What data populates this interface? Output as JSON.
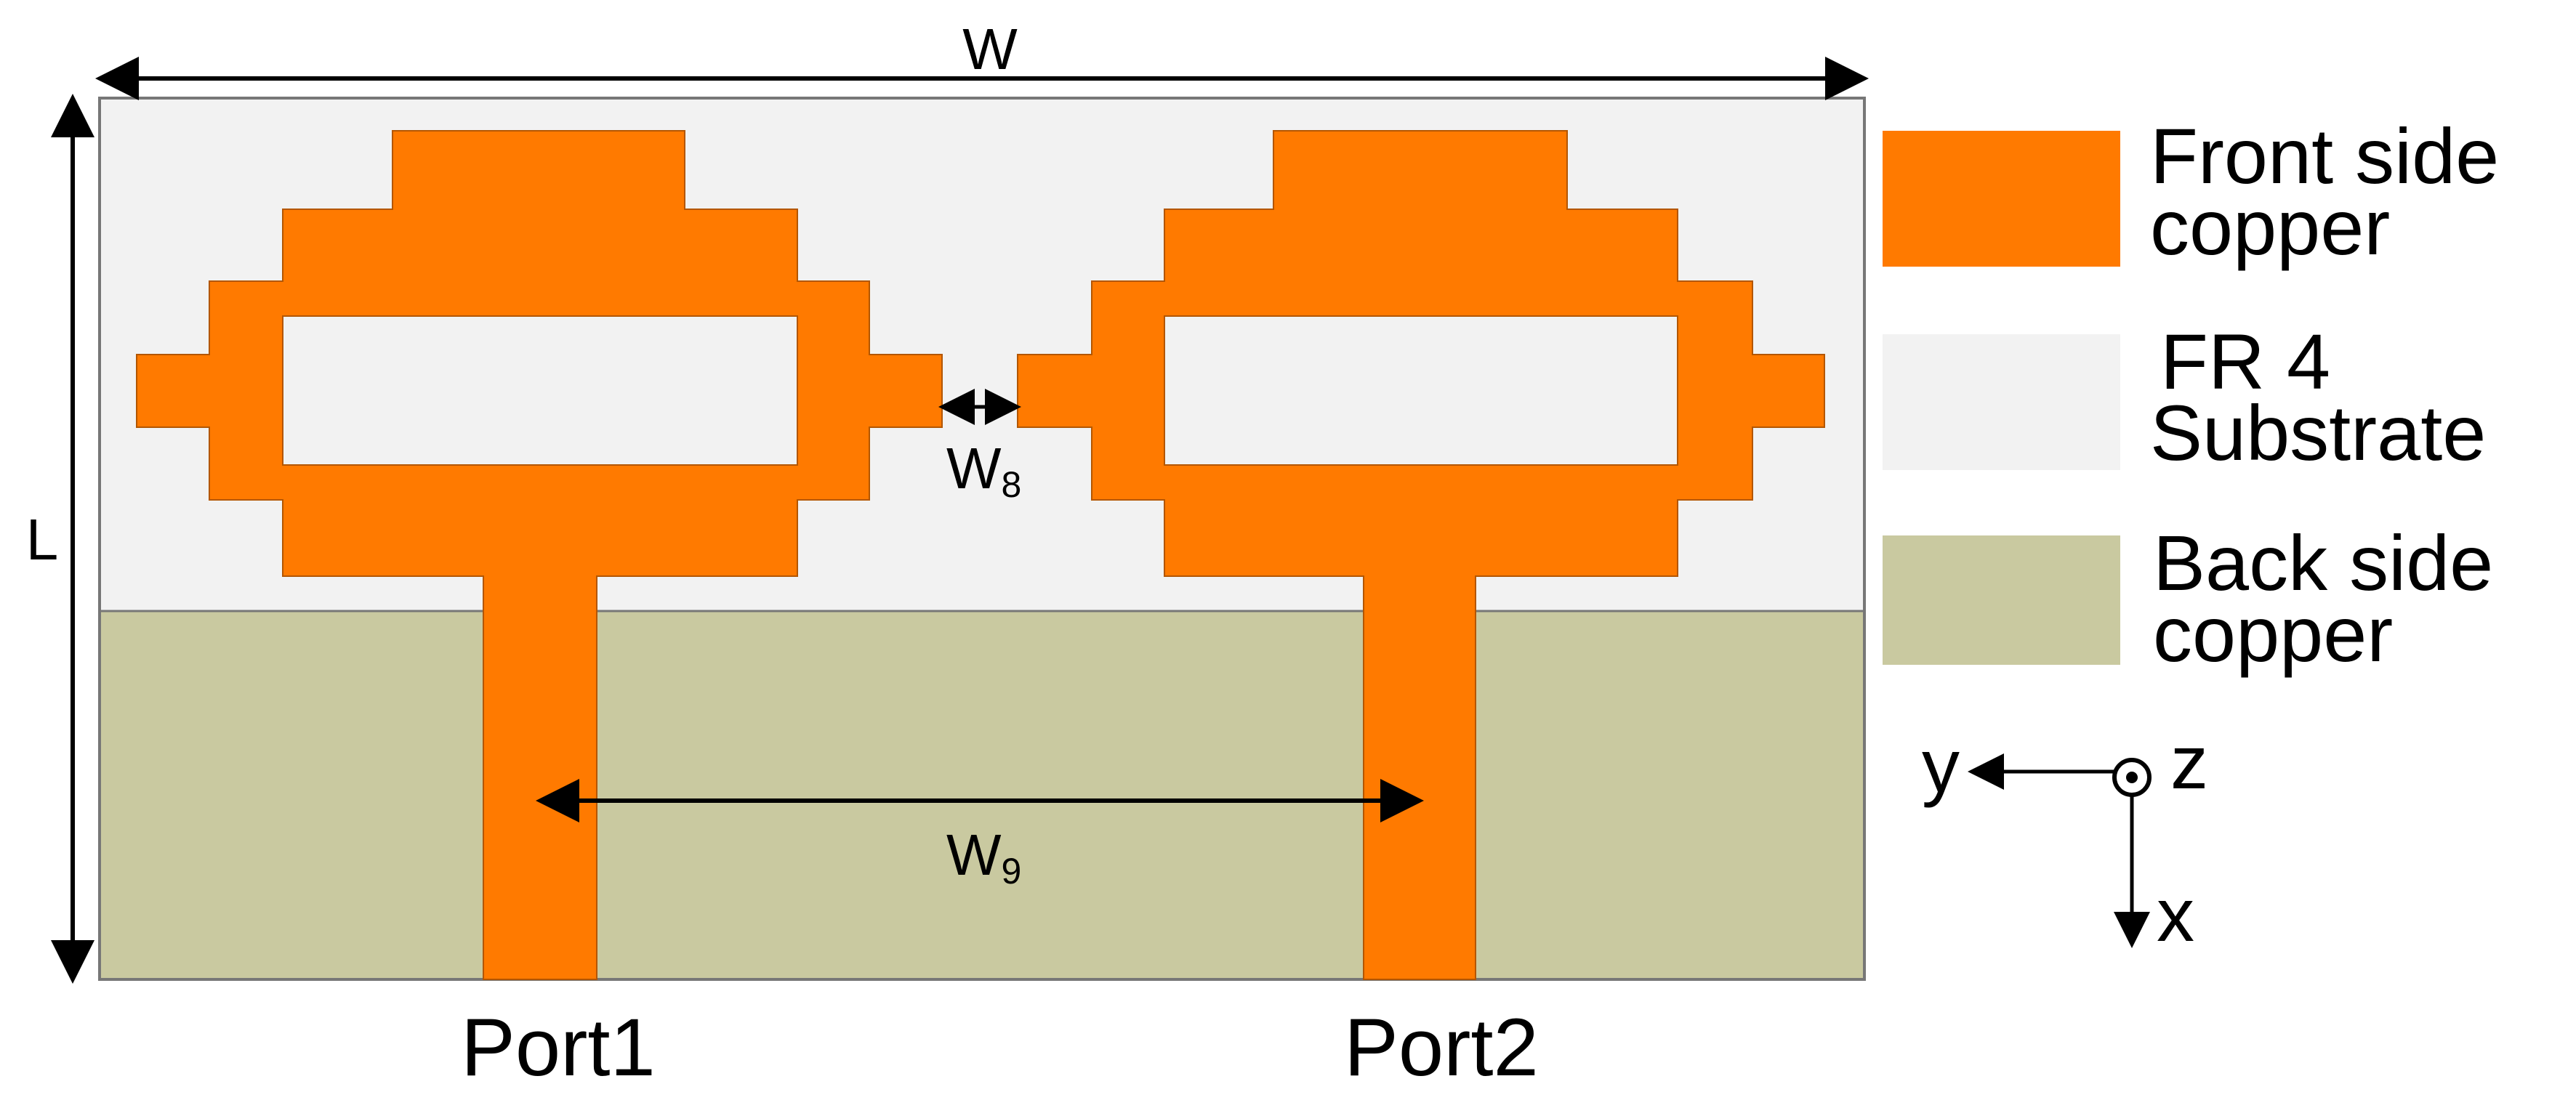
{
  "colors": {
    "front_copper": "#FF7A00",
    "substrate": "#F2F2F2",
    "back_copper": "#C9C9A0",
    "outline": "#777777",
    "arrows": "#000000"
  },
  "dimensions": {
    "width": "W",
    "length": "L",
    "gap": {
      "base": "W",
      "sub": "8"
    },
    "port_spacing": {
      "base": "W",
      "sub": "9"
    }
  },
  "ports": {
    "port1": "Port1",
    "port2": "Port2"
  },
  "legend": [
    {
      "line1": "Front side",
      "line2": "copper"
    },
    {
      "line1": "FR 4",
      "line2": "Substrate"
    },
    {
      "line1": "Back side",
      "line2": "copper"
    }
  ],
  "axes": {
    "y": "y",
    "z": "z",
    "x": "x"
  }
}
